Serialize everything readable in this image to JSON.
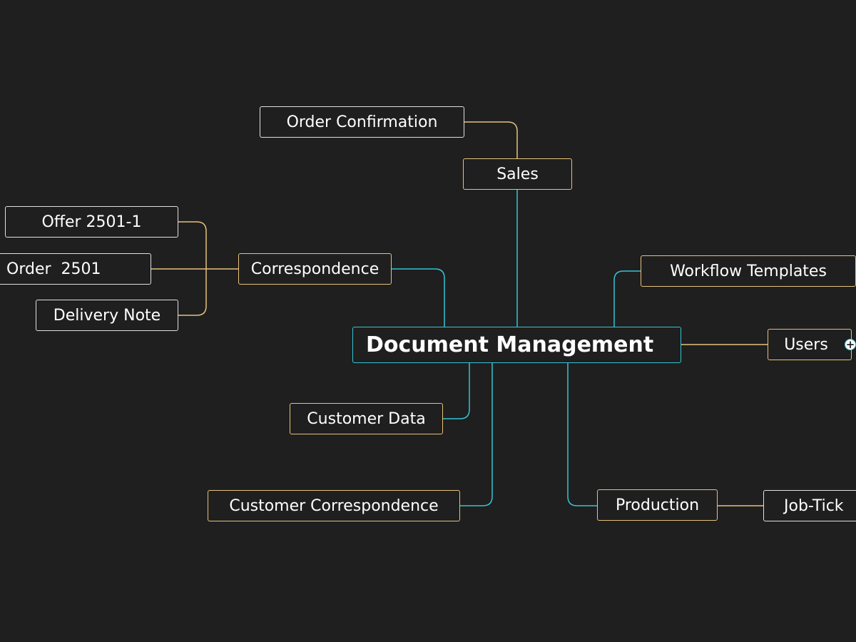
{
  "colors": {
    "background": "#1f1f1f",
    "root_line": "#35c3d4",
    "branch_line": "#e6c27a",
    "leaf_border": "#e0e0e0",
    "text": "#ffffff"
  },
  "root": {
    "label": "Document Management"
  },
  "branches": {
    "sales": {
      "label": "Sales",
      "children": [
        "Order Confirmation"
      ]
    },
    "correspondence": {
      "label": "Correspondence",
      "children": [
        "Offer 2501-1",
        "Order  2501",
        "Delivery Note"
      ]
    },
    "workflow_templates": {
      "label": "Workflow Templates"
    },
    "users": {
      "label": "Users",
      "expand_icon": "plus-icon"
    },
    "customer_data": {
      "label": "Customer Data"
    },
    "customer_correspondence": {
      "label": "Customer Correspondence"
    },
    "production": {
      "label": "Production",
      "children": [
        "Job-Tick"
      ]
    }
  }
}
